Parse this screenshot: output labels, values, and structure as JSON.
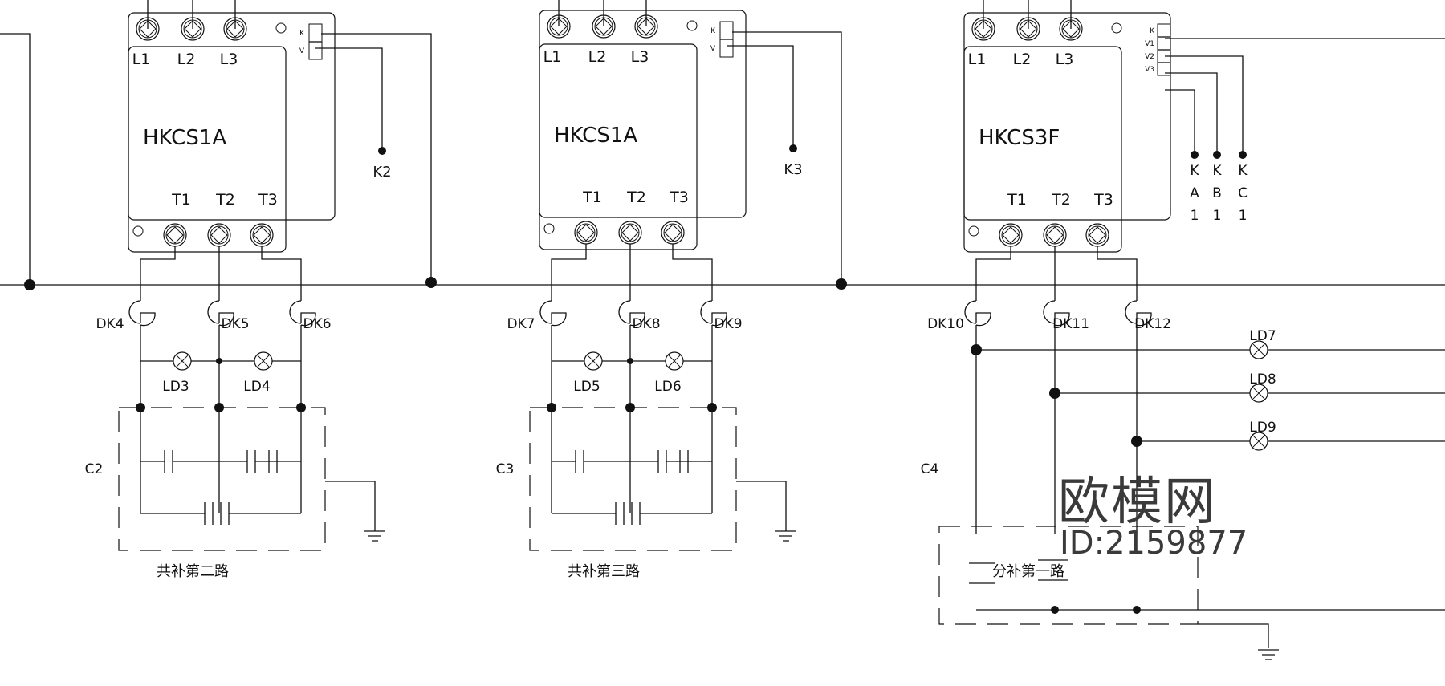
{
  "modules": [
    {
      "model": "HKCS1A",
      "inputs": [
        "L1",
        "L2",
        "L3"
      ],
      "outputs": [
        "T1",
        "T2",
        "T3"
      ],
      "ports": [
        "K",
        "V"
      ],
      "signal_labels": [
        "K2"
      ],
      "breakers": [
        "DK4",
        "DK5",
        "DK6"
      ],
      "lamps": [
        "LD3",
        "LD4"
      ],
      "capacitor": "C2",
      "caption": "共补第二路"
    },
    {
      "model": "HKCS1A",
      "inputs": [
        "L1",
        "L2",
        "L3"
      ],
      "outputs": [
        "T1",
        "T2",
        "T3"
      ],
      "ports": [
        "K",
        "V"
      ],
      "signal_labels": [
        "K3"
      ],
      "breakers": [
        "DK7",
        "DK8",
        "DK9"
      ],
      "lamps": [
        "LD5",
        "LD6"
      ],
      "capacitor": "C3",
      "caption": "共补第三路"
    },
    {
      "model": "HKCS3F",
      "inputs": [
        "L1",
        "L2",
        "L3"
      ],
      "outputs": [
        "T1",
        "T2",
        "T3"
      ],
      "ports": [
        "K",
        "V1",
        "V2",
        "V3"
      ],
      "signal_labels": [
        [
          "K",
          "A",
          "1"
        ],
        [
          "K",
          "B",
          "1"
        ],
        [
          "K",
          "C",
          "1"
        ]
      ],
      "breakers": [
        "DK10",
        "DK11",
        "DK12"
      ],
      "lamps": [
        "LD7",
        "LD8",
        "LD9"
      ],
      "capacitor": "C4",
      "caption": "分补第一路"
    }
  ],
  "watermark": {
    "brand": "欧模网",
    "id": "ID:2159877"
  },
  "colors": {
    "line": "#111111",
    "background": "#ffffff"
  }
}
